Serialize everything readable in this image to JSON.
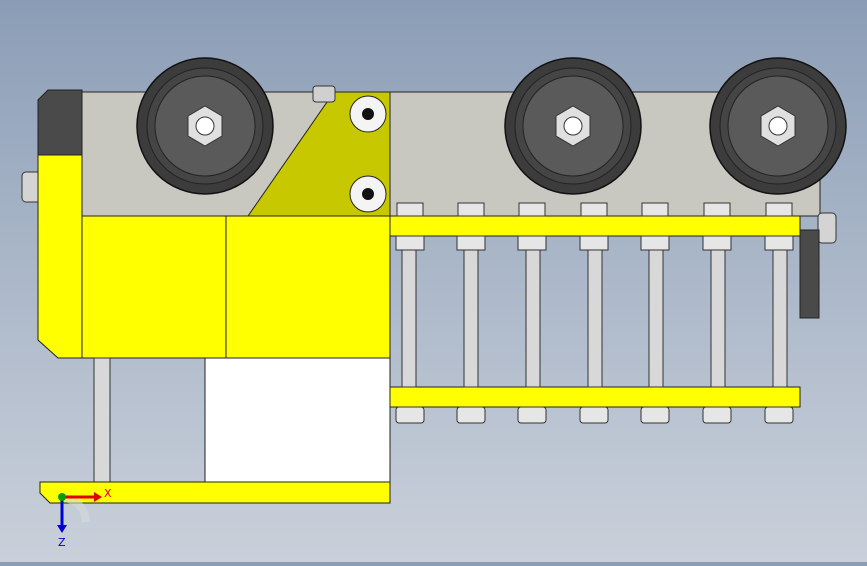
{
  "viewport": {
    "background_top": "#8b9db6",
    "background_bottom": "#c9d0da"
  },
  "colors": {
    "yellow": "#ffff00",
    "olive": "#c8c800",
    "gray_plate": "#c8c8c0",
    "dark_block": "#505050",
    "wheel_tire": "#3c3c3c",
    "wheel_hub": "#5a5a5a",
    "bolt": "#e0e0e0",
    "rod": "#d8d8d8",
    "white_block": "#ffffff"
  },
  "triad": {
    "x_label": "X",
    "z_label": "Z",
    "x_color": "#e00000",
    "z_color": "#0000d0",
    "origin_color": "#00a000"
  },
  "model": {
    "wheels": [
      "wheel-left",
      "wheel-middle",
      "wheel-right"
    ],
    "rod_count": 7,
    "icons": [
      "coordinate-triad-icon"
    ]
  }
}
